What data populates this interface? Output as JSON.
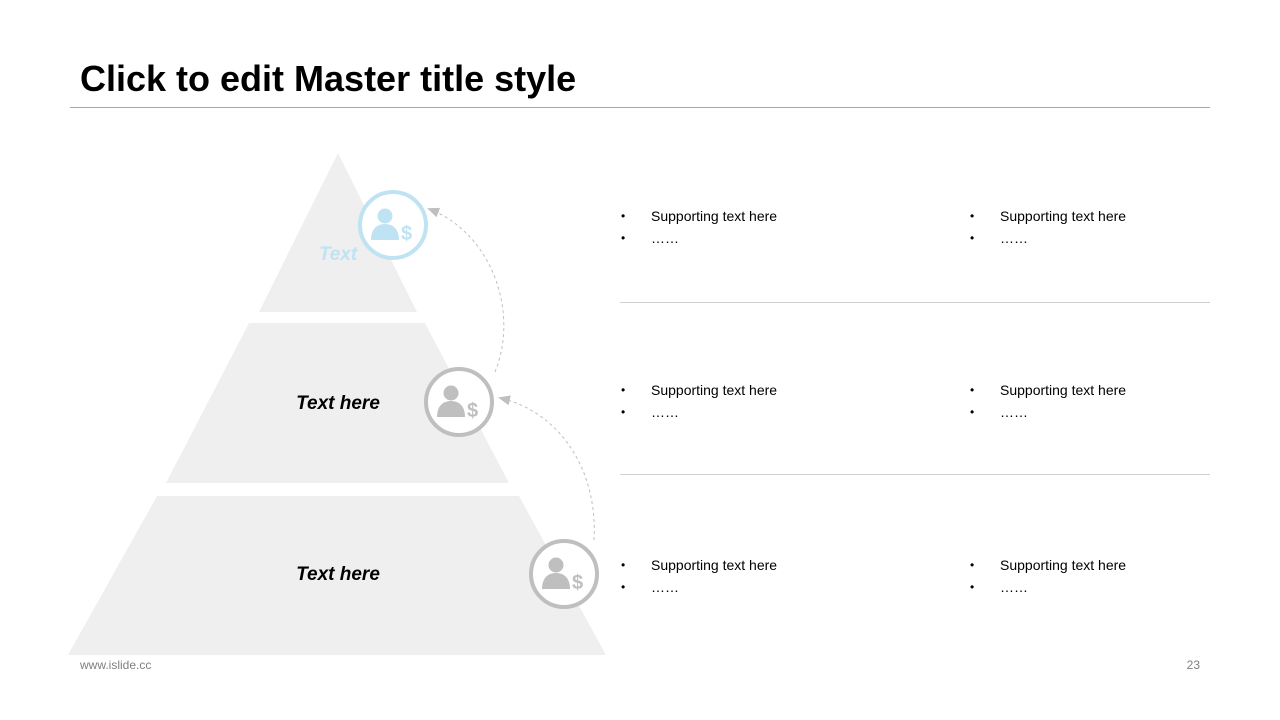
{
  "slide": {
    "title": "Click to edit Master title style",
    "footer": "www.islide.cc",
    "page_number": "23"
  },
  "pyramid": {
    "tiers": [
      {
        "label": "Text",
        "icon": "businessman-dollar-icon",
        "highlighted": true
      },
      {
        "label": "Text here",
        "icon": "businessman-dollar-icon",
        "highlighted": false
      },
      {
        "label": "Text here",
        "icon": "businessman-dollar-icon",
        "highlighted": false
      }
    ]
  },
  "rows": [
    {
      "left": [
        "Supporting  text here",
        "……"
      ],
      "right": [
        "Supporting  text here",
        "……"
      ]
    },
    {
      "left": [
        "Supporting  text here",
        "……"
      ],
      "right": [
        "Supporting  text here",
        "……"
      ]
    },
    {
      "left": [
        "Supporting  text here",
        "……"
      ],
      "right": [
        "Supporting  text here",
        "……"
      ]
    }
  ],
  "colors": {
    "tier_fill": "#efefef",
    "accent": "#bfe3f3",
    "icon_gray": "#bfbfbf",
    "arrow": "#bfbfbf"
  }
}
